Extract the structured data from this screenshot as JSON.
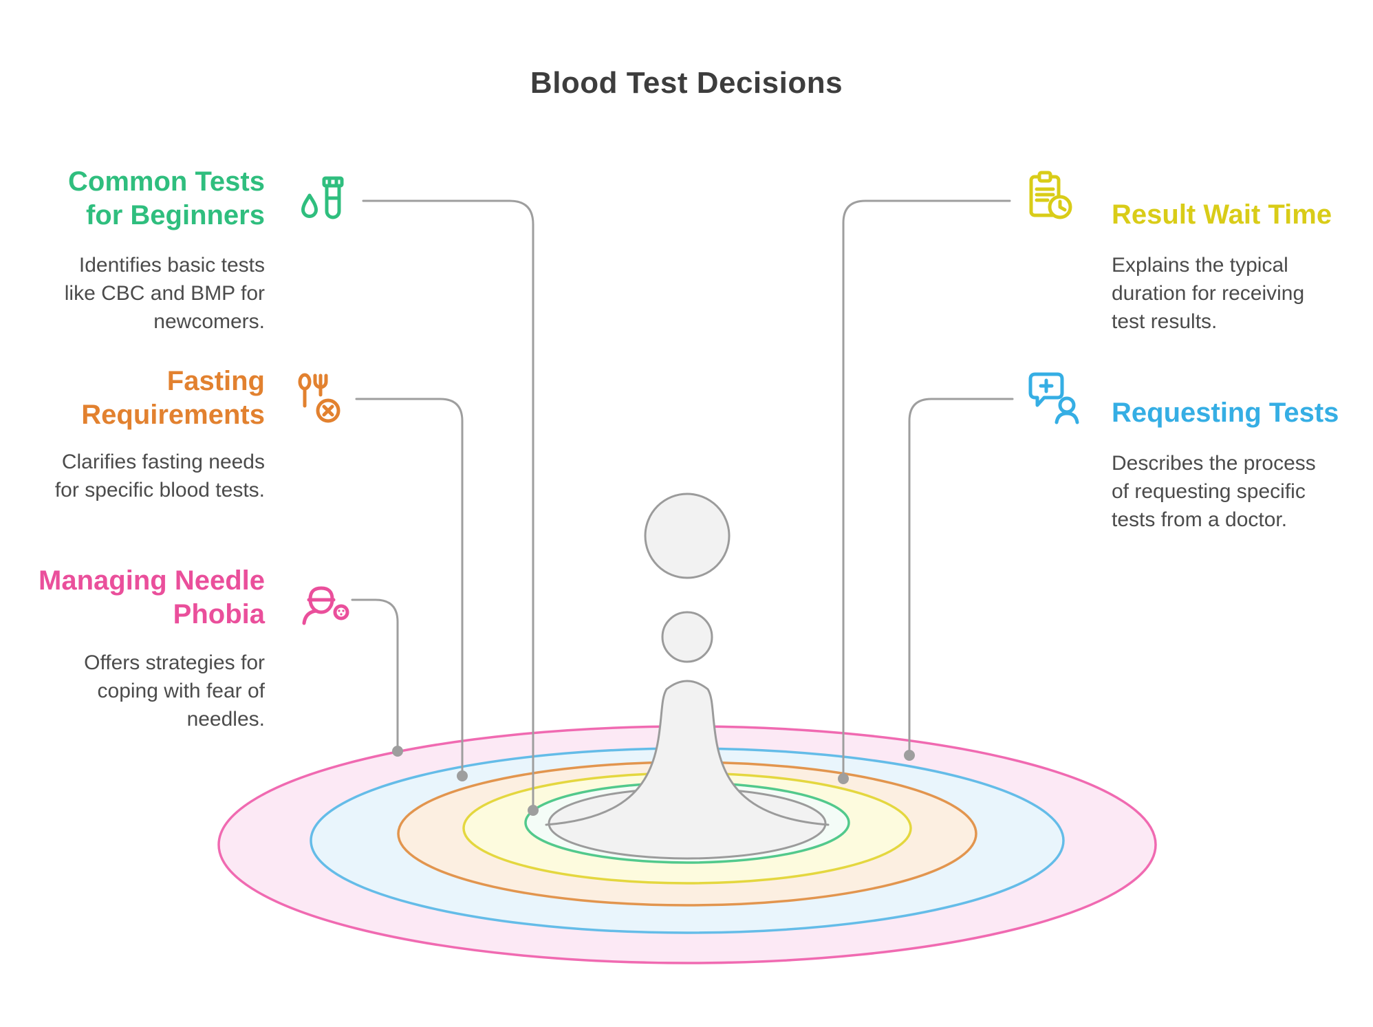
{
  "title": "Blood Test Decisions",
  "items": [
    {
      "heading": "Common Tests\nfor Beginners",
      "description": "Identifies basic tests\nlike CBC and BMP for\nnewcomers.",
      "color": "#2fbe7e",
      "icon": "blood-drop-test-tube-icon"
    },
    {
      "heading": "Fasting\nRequirements",
      "description": "Clarifies fasting needs\nfor specific blood tests.",
      "color": "#e2812f",
      "icon": "fasting-no-food-icon"
    },
    {
      "heading": "Managing Needle\nPhobia",
      "description": "Offers strategies for\ncoping with fear of\nneedles.",
      "color": "#ea4f9b",
      "icon": "person-anxiety-icon"
    },
    {
      "heading": "Result Wait Time",
      "description": "Explains the typical\nduration for receiving\ntest results.",
      "color": "#d9cc18",
      "icon": "clipboard-clock-icon"
    },
    {
      "heading": "Requesting Tests",
      "description": "Describes the process\nof requesting specific\ntests from a doctor.",
      "color": "#35aee4",
      "icon": "medical-chat-person-icon"
    }
  ],
  "colors": {
    "title_text": "#3d3d3d",
    "body_text": "#4b4b4b",
    "connector_grey": "#9e9e9e",
    "splash_fill": "#f2f2f2",
    "splash_stroke": "#9b9b9b",
    "ripple_pink": "#f06ab1",
    "ripple_blue": "#64bce8",
    "ripple_orange": "#e2954e",
    "ripple_yellow": "#e4d73f",
    "ripple_green": "#52c98c"
  }
}
